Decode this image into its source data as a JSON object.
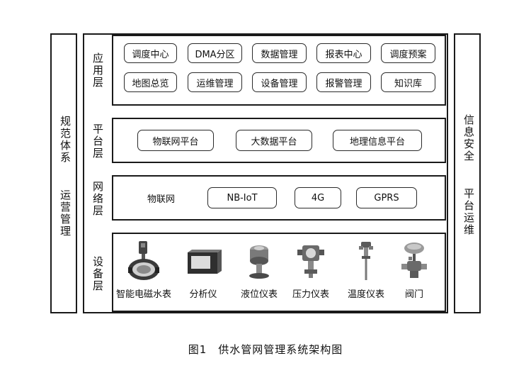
{
  "left_side": {
    "text_top": "规范体系",
    "text_bottom": "运营管理"
  },
  "right_side": {
    "text_top": "信息安全",
    "text_bottom": "平台运维"
  },
  "layers": {
    "application": {
      "label": "应用层",
      "items": [
        "调度中心",
        "DMA分区",
        "数据管理",
        "报表中心",
        "调度预案",
        "地图总览",
        "运维管理",
        "设备管理",
        "报警管理",
        "知识库"
      ]
    },
    "platform": {
      "label": "平台层",
      "items": [
        "物联网平台",
        "大数据平台",
        "地理信息平台"
      ]
    },
    "network": {
      "label": "网络层",
      "plain_item": "物联网",
      "items": [
        "NB-IoT",
        "4G",
        "GPRS"
      ]
    },
    "device": {
      "label": "设备层",
      "items": [
        {
          "name": "智能电磁水表",
          "icon": "electromagnetic-water-meter-icon"
        },
        {
          "name": "分析仪",
          "icon": "analyzer-icon"
        },
        {
          "name": "液位仪表",
          "icon": "level-meter-icon"
        },
        {
          "name": "压力仪表",
          "icon": "pressure-meter-icon"
        },
        {
          "name": "温度仪表",
          "icon": "temperature-meter-icon"
        },
        {
          "name": "阀门",
          "icon": "valve-icon"
        }
      ]
    }
  },
  "caption": "图1　供水管网管理系统架构图"
}
